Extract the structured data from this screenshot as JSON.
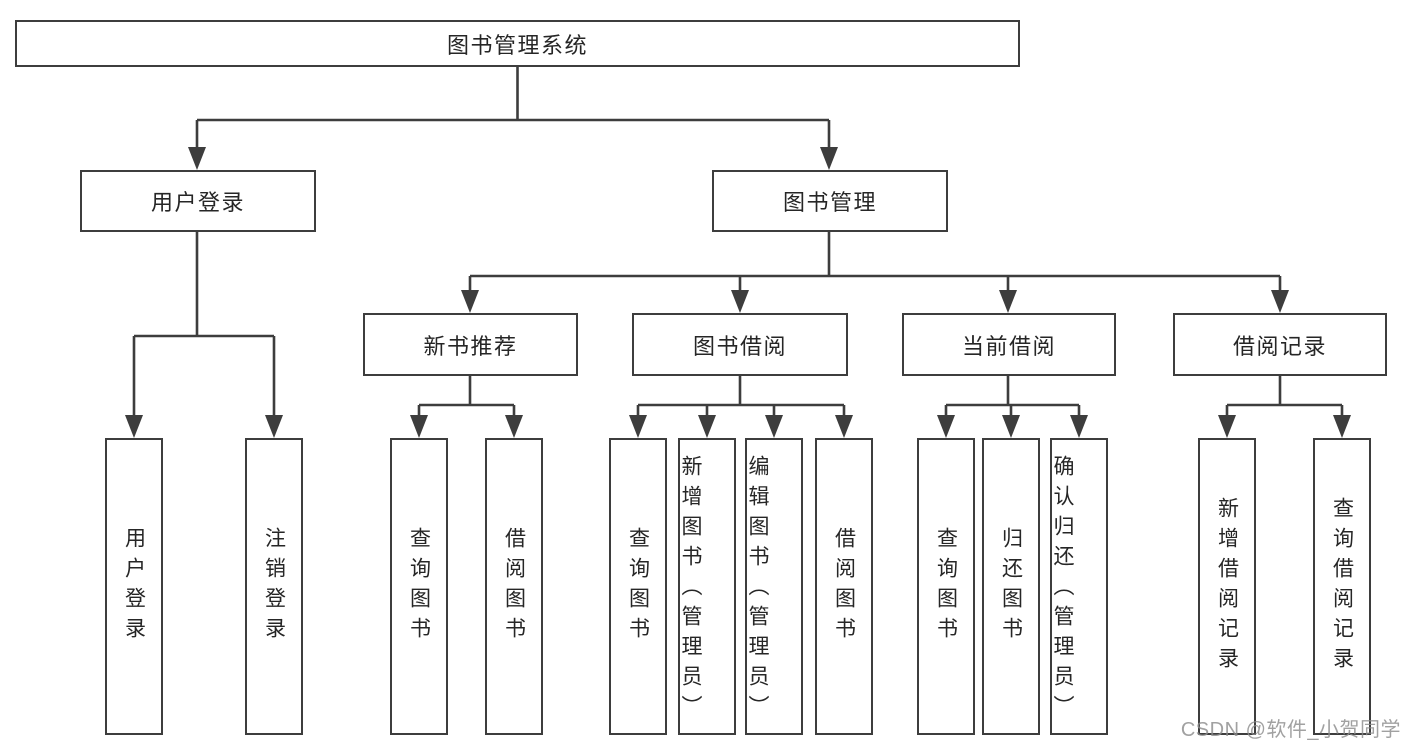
{
  "diagram": {
    "root_label": "图书管理系统",
    "level2": [
      "用户登录",
      "图书管理"
    ],
    "level3": [
      "新书推荐",
      "图书借阅",
      "当前借阅",
      "借阅记录"
    ],
    "leaves": [
      "用户登录",
      "注销登录",
      "查询图书",
      "借阅图书",
      "查询图书",
      "新增图书（管理员）",
      "编辑图书（管理员）",
      "借阅图书",
      "查询图书",
      "归还图书",
      "确认归还（管理员）",
      "新增借阅记录",
      "查询借阅记录"
    ]
  },
  "watermark": "CSDN @软件_小贺同学",
  "colors": {
    "line": "#3d3d3d",
    "text": "#262626",
    "watermark": "#8c8c8c",
    "background": "#ffffff"
  }
}
